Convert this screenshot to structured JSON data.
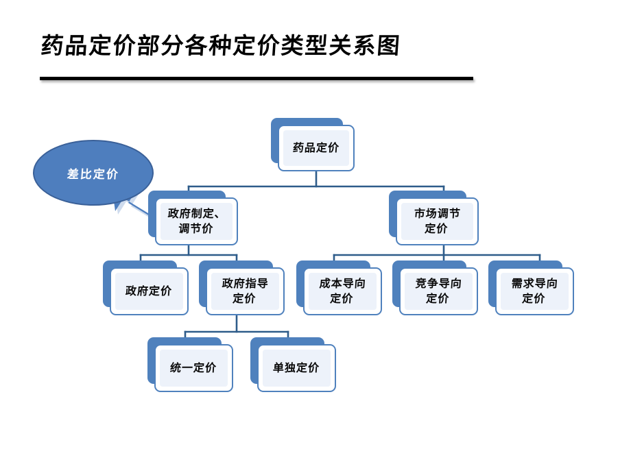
{
  "slide": {
    "title": "药品定价部分各种定价类型关系图",
    "background_color": "#FFFFFF",
    "accent_color": "#4F81BD",
    "connector_color": "#2E5C8A",
    "card_fill_color": "#EDF2FA",
    "ellipse_fill_color": "#4E7EBE",
    "ellipse_border_color": "#3A6098",
    "title_rule_color": "#000000"
  },
  "callout": {
    "label": "差比定价",
    "shape": "ellipse",
    "text_color": "#FFFFFF",
    "arrow": {
      "name": "arrow-to-differential-pricing",
      "color": "#4E7EBE",
      "direction": "up-left"
    }
  },
  "diagram": {
    "type": "org-chart",
    "nodes": [
      {
        "id": "root",
        "label": "药品定价",
        "level": 1
      },
      {
        "id": "gov-set",
        "label": "政府制定、\n调节价",
        "level": 2
      },
      {
        "id": "market-adjust",
        "label": "市场调节\n定价",
        "level": 2
      },
      {
        "id": "gov-price",
        "label": "政府定价",
        "level": 3
      },
      {
        "id": "gov-guided",
        "label": "政府指导\n定价",
        "level": 3
      },
      {
        "id": "cost-oriented",
        "label": "成本导向\n定价",
        "level": 3
      },
      {
        "id": "compete-oriented",
        "label": "竞争导向\n定价",
        "level": 3
      },
      {
        "id": "demand-oriented",
        "label": "需求导向\n定价",
        "level": 3
      },
      {
        "id": "unified-price",
        "label": "统一定价",
        "level": 4
      },
      {
        "id": "separate-price",
        "label": "单独定价",
        "level": 4
      }
    ],
    "edges": [
      {
        "from": "root",
        "to": "gov-set"
      },
      {
        "from": "root",
        "to": "market-adjust"
      },
      {
        "from": "gov-set",
        "to": "gov-price"
      },
      {
        "from": "gov-set",
        "to": "gov-guided"
      },
      {
        "from": "market-adjust",
        "to": "cost-oriented"
      },
      {
        "from": "market-adjust",
        "to": "compete-oriented"
      },
      {
        "from": "market-adjust",
        "to": "demand-oriented"
      },
      {
        "from": "gov-guided",
        "to": "unified-price"
      },
      {
        "from": "gov-guided",
        "to": "separate-price"
      }
    ]
  }
}
